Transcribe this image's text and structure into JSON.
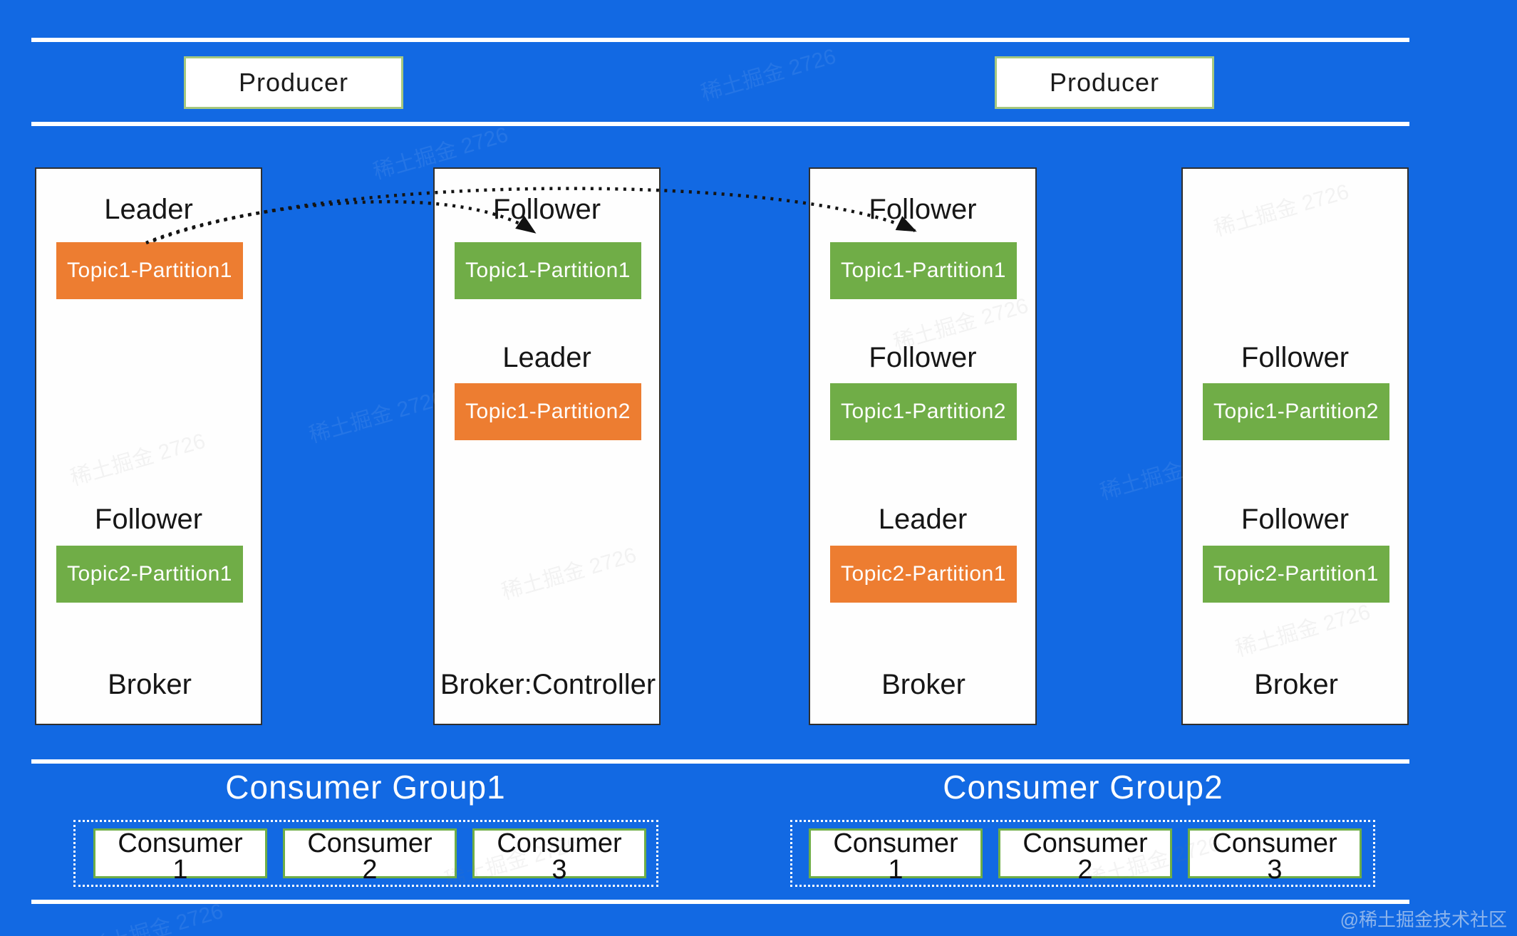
{
  "colors": {
    "background": "#1269E3",
    "leader_partition": "#ED7D31",
    "follower_partition": "#70AD47",
    "producer_border": "#A6C87E",
    "consumer_border": "#6FAE46"
  },
  "producers": [
    {
      "label": "Producer"
    },
    {
      "label": "Producer"
    }
  ],
  "brokers": [
    {
      "footer": "Broker",
      "rows": {
        "r1": {
          "role": "Leader",
          "partition": "Topic1-Partition1"
        },
        "r3": {
          "role": "Follower",
          "partition": "Topic2-Partition1"
        }
      }
    },
    {
      "footer": "Broker:Controller",
      "rows": {
        "r1": {
          "role": "Follower",
          "partition": "Topic1-Partition1"
        },
        "r2": {
          "role": "Leader",
          "partition": "Topic1-Partition2"
        }
      }
    },
    {
      "footer": "Broker",
      "rows": {
        "r1": {
          "role": "Follower",
          "partition": "Topic1-Partition1"
        },
        "r2": {
          "role": "Follower",
          "partition": "Topic1-Partition2"
        },
        "r3": {
          "role": "Leader",
          "partition": "Topic2-Partition1"
        }
      }
    },
    {
      "footer": "Broker",
      "rows": {
        "r2": {
          "role": "Follower",
          "partition": "Topic1-Partition2"
        },
        "r3": {
          "role": "Follower",
          "partition": "Topic2-Partition1"
        }
      }
    }
  ],
  "consumer_groups": [
    {
      "title": "Consumer Group1",
      "consumers": [
        {
          "name": "Consumer",
          "number": "1"
        },
        {
          "name": "Consumer",
          "number": "2"
        },
        {
          "name": "Consumer",
          "number": "3"
        }
      ]
    },
    {
      "title": "Consumer Group2",
      "consumers": [
        {
          "name": "Consumer",
          "number": "1"
        },
        {
          "name": "Consumer",
          "number": "2"
        },
        {
          "name": "Consumer",
          "number": "3"
        }
      ]
    }
  ],
  "watermarks": {
    "site": "@稀土掘金技术社区",
    "tile": "稀土掘金 2726"
  }
}
